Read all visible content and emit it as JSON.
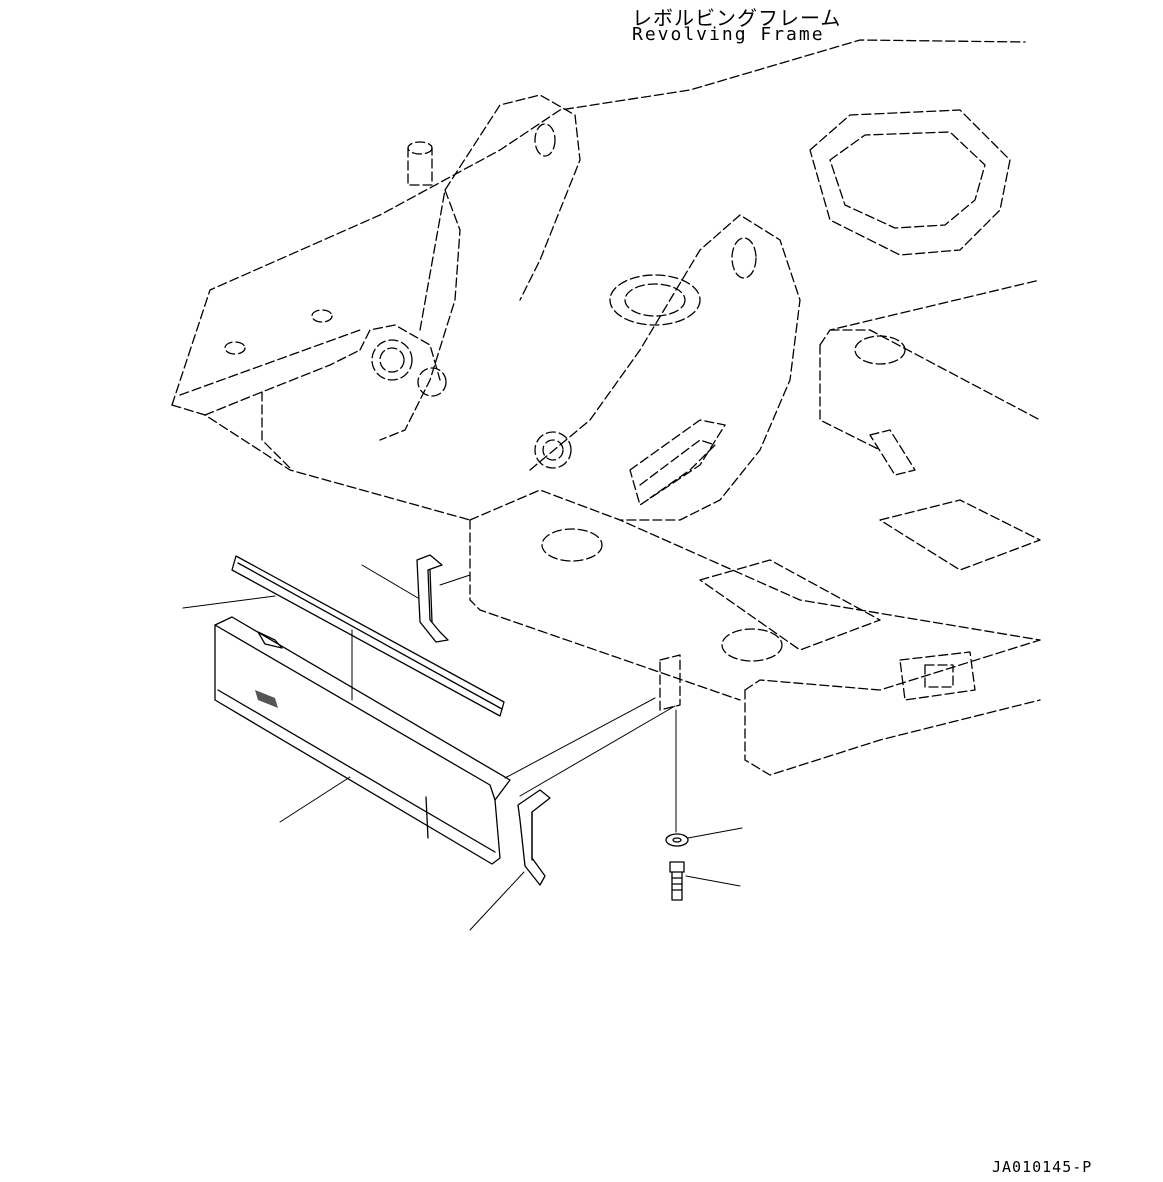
{
  "labels": {
    "title_jp": "レボルビングフレーム",
    "title_en": "Revolving Frame",
    "drawing_number": "JA010145-P"
  },
  "colors": {
    "line": "#000000",
    "background": "#ffffff",
    "shade": "#555555"
  }
}
